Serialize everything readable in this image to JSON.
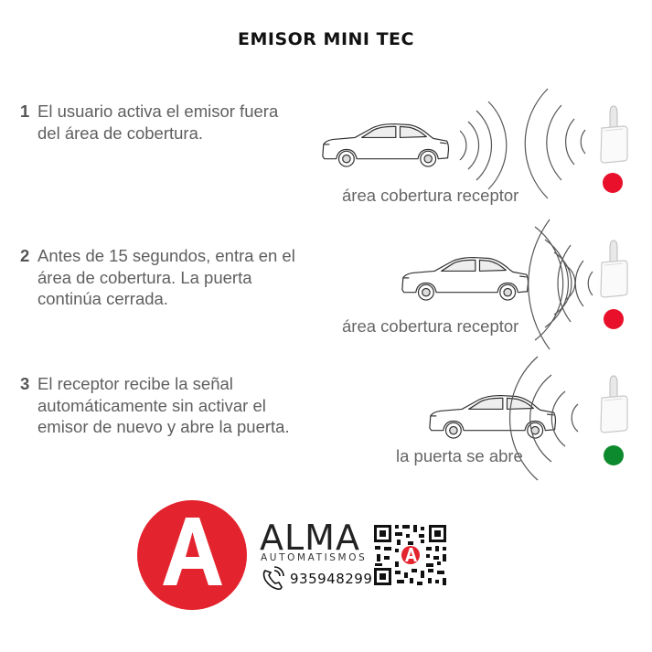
{
  "title": "EMISOR MINI TEC",
  "steps": [
    {
      "number": "1",
      "text": "El usuario activa el emisor fuera\ndel área de cobertura.",
      "caption": "área cobertura receptor",
      "light": "red"
    },
    {
      "number": "2",
      "text": "Antes de 15 segundos, entra en el\nárea de cobertura. La puerta\ncontinúa cerrada.",
      "caption": "área cobertura receptor",
      "light": "red"
    },
    {
      "number": "3",
      "text": "El receptor recibe la señal\nautomáticamente sin activar el\nemisor de nuevo y abre la puerta.",
      "caption": "la puerta se abre",
      "light": "green"
    }
  ],
  "logo": {
    "letter": "A",
    "brand": "ALMA",
    "subtitle": "AUTOMATISMOS",
    "phone": "935948299"
  },
  "colors": {
    "red_light": "#e8102a",
    "green_light": "#0e8a2e",
    "brand_red": "#e3232e"
  },
  "icons": [
    "car-icon",
    "signal-waves-icon",
    "receiver-icon",
    "status-light-icon",
    "phone-icon",
    "qr-code-icon"
  ]
}
